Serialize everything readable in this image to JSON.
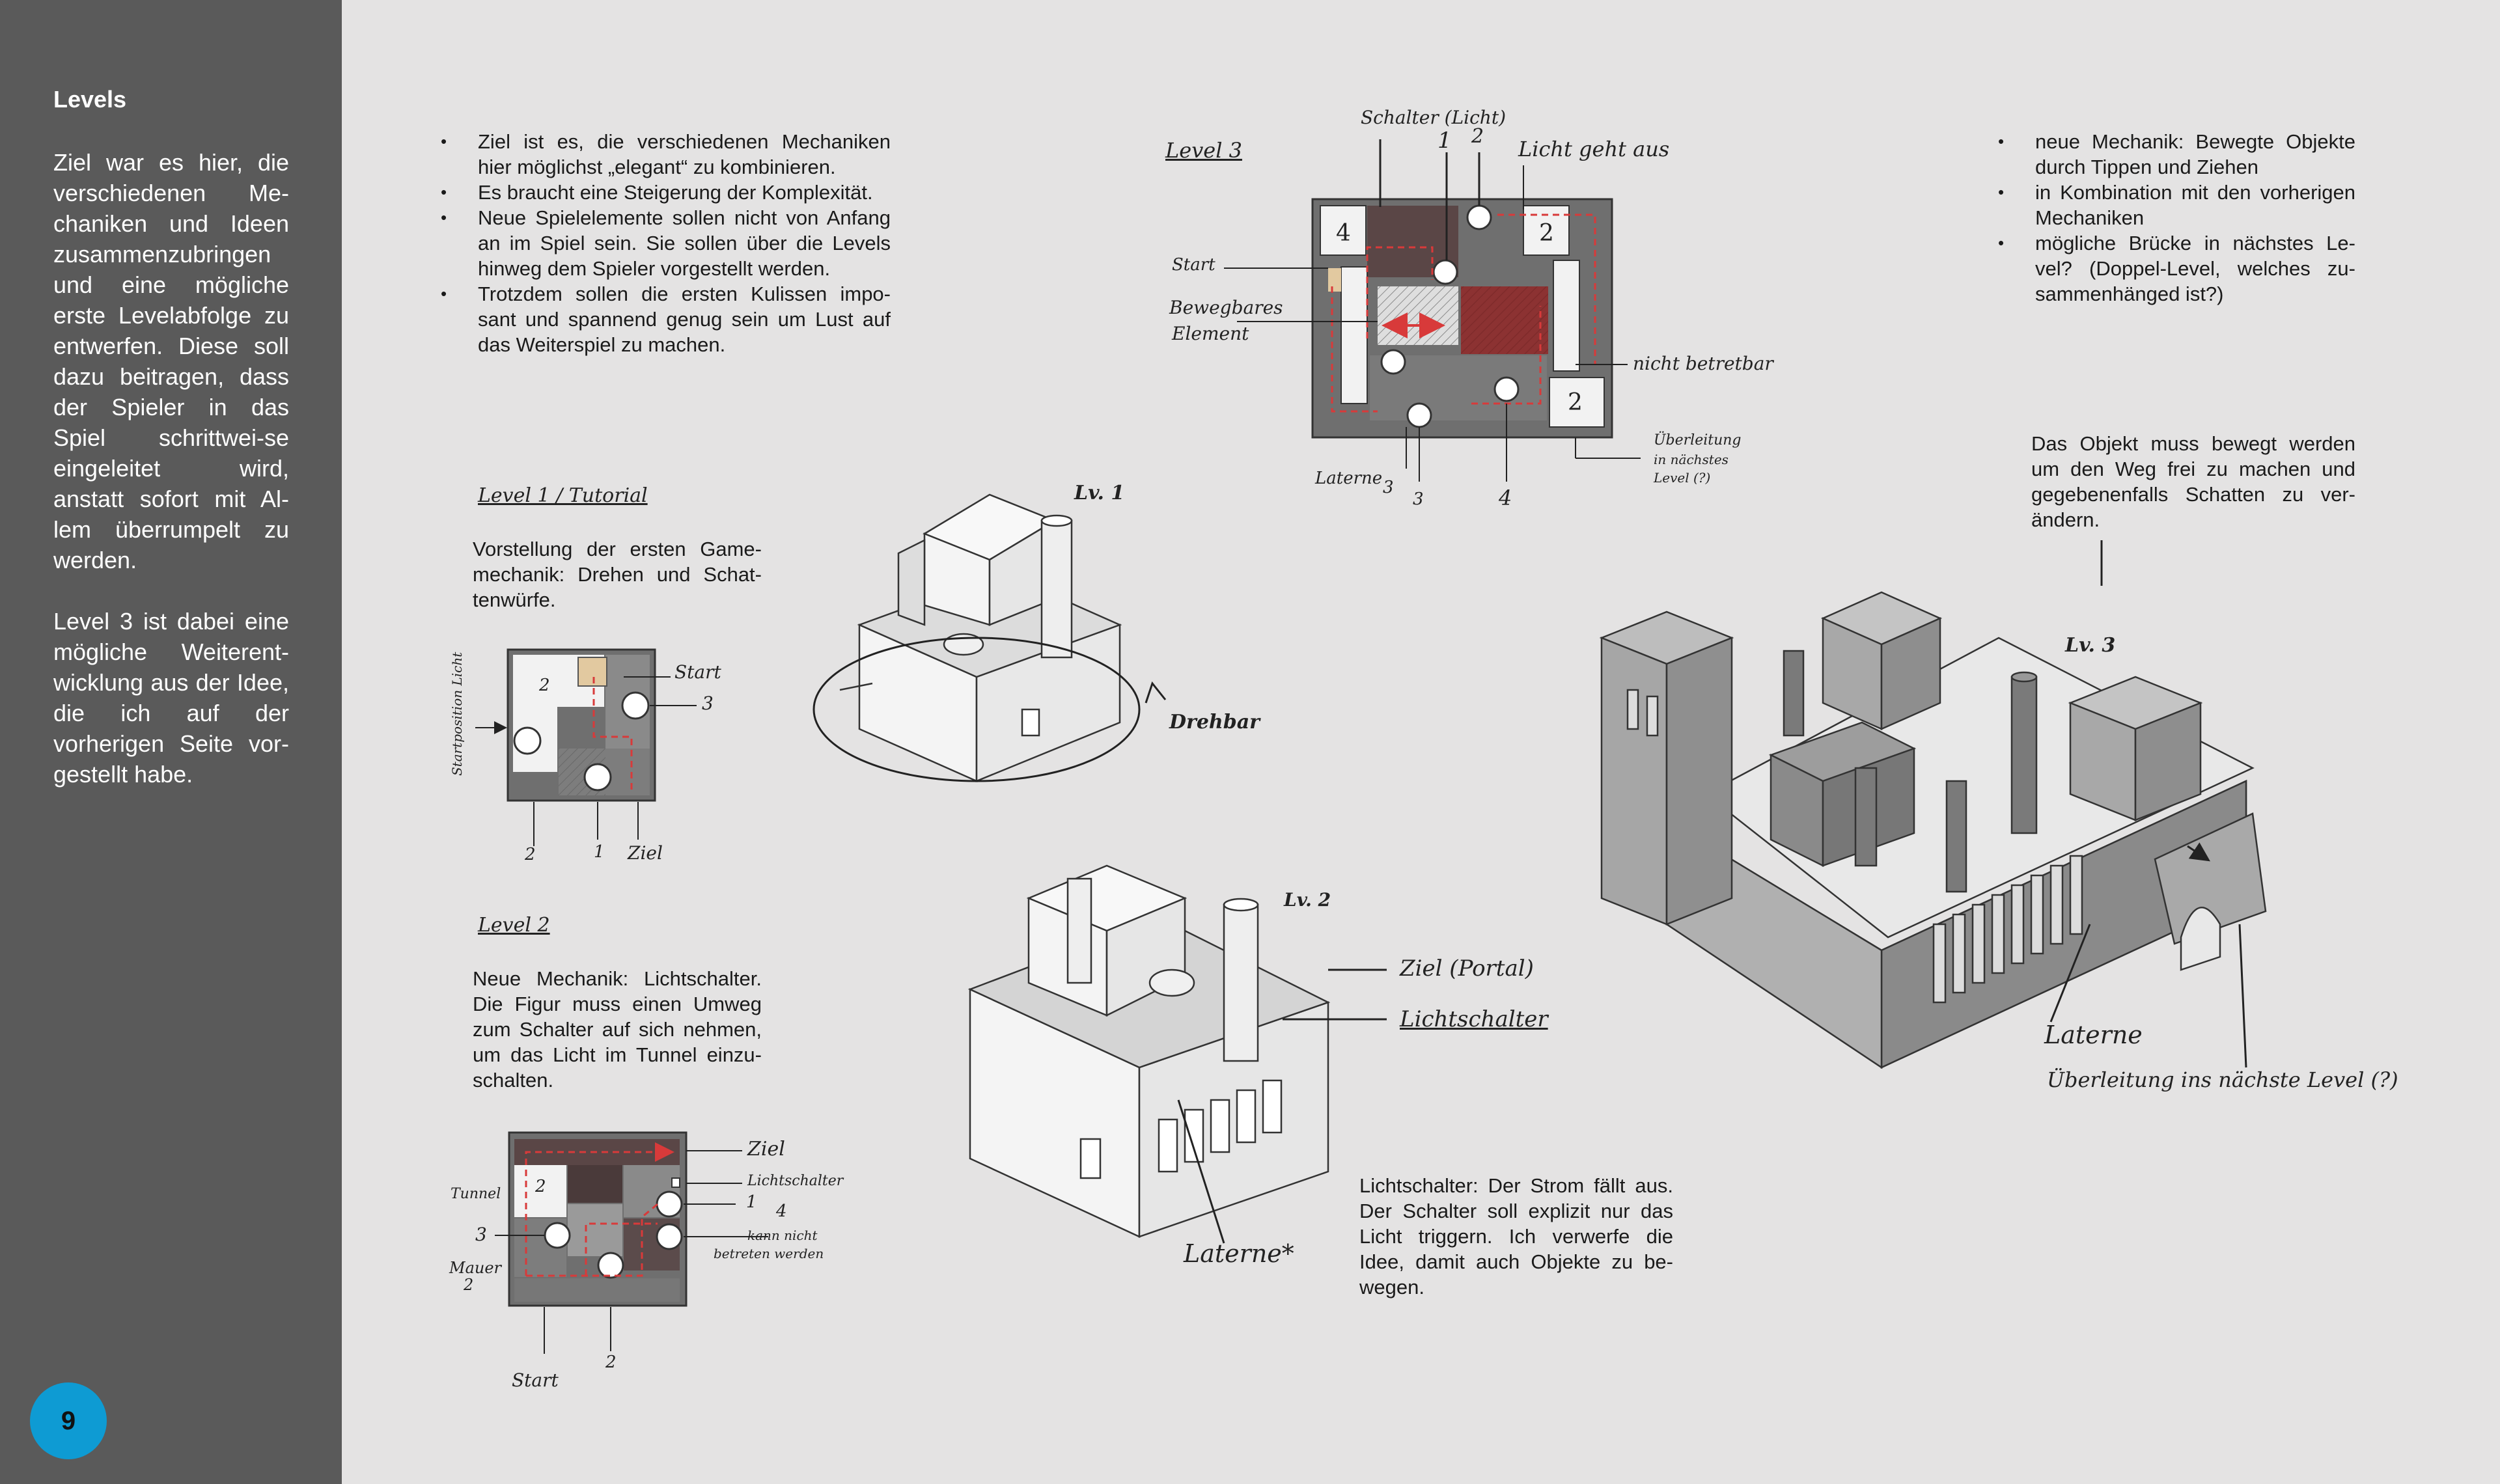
{
  "sidebar": {
    "title": "Levels",
    "text": "Ziel war es hier, die verschiedenen Me-chaniken und Ideen zusammenzubringen und eine mögliche erste Levelabfolge zu entwerfen. Diese soll dazu beitragen, dass der Spieler in das Spiel schrittwei-se eingeleitet wird, anstatt sofort mit Al-lem überrumpelt zu werden.\n\nLevel 3 ist dabei eine mögliche Weiterent-wicklung aus der Idee, die ich auf der vorherigen Seite vor-gestellt habe.",
    "page_number": "9"
  },
  "goals": [
    "Ziel ist es, die verschiedenen Mechaniken hier möglichst „elegant“ zu kombinieren.",
    "Es braucht eine Steigerung der Komplexität.",
    "Neue Spielelemente sollen nicht von Anfang an im Spiel sein. Sie sollen über die Levels hinweg dem Spieler vorgestellt werden.",
    "Trotzdem sollen die ersten Kulissen impo-sant und spannend genug sein um Lust auf das Weiterspiel zu  machen."
  ],
  "level3_notes": [
    "neue Mechanik: Bewegte Objekte durch Tippen und Ziehen",
    "in Kombination mit den vorherigen Mechaniken",
    "mögliche Brücke in nächstes Le-vel? (Doppel-Level, welches zu-sammenhänged ist?)"
  ],
  "move_note": "Das Objekt muss bewegt werden um den Weg frei zu machen und gegebenenfalls Schatten zu ver-ändern.",
  "level1": {
    "heading": "Level 1 / Tutorial",
    "desc": "Vorstellung der ersten Game-mechanik: Drehen und Schat-tenwürfe.",
    "iso_label": "Lv. 1",
    "rotate_label": "Drehbar",
    "map_labels": {
      "start": "Start",
      "n3": "3",
      "n2": "2",
      "n1": "1",
      "goal": "Ziel",
      "tile2": "2",
      "light": "Startposition Licht"
    }
  },
  "level2": {
    "heading": "Level 2",
    "desc": "Neue Mechanik: Lichtschalter. Die Figur muss einen Umweg zum Schalter auf sich nehmen, um das Licht im Tunnel einzu-schalten.",
    "iso_label": "Lv. 2",
    "callout_goal": "Ziel (Portal)",
    "callout_switch": "Lichtschalter",
    "callout_lantern": "Laterne*",
    "map_labels": {
      "goal": "Ziel",
      "switch": "Lichtschalter",
      "n1": "1",
      "n4": "4",
      "n3": "3",
      "tunnel": "Tunnel",
      "wall": "Mauer",
      "wall_n": "2",
      "blocked": "kann nicht",
      "blocked2": "betreten werden",
      "start": "Start",
      "n2": "2",
      "tile2": "2"
    }
  },
  "lantern_note": "Lichtschalter: Der Strom fällt aus. Der Schalter soll explizit nur das Licht triggern. Ich verwerfe die Idee, damit auch Objekte zu be-wegen.",
  "level3": {
    "heading": "Level 3",
    "iso_label": "Lv. 3",
    "callout_lantern": "Laterne",
    "callout_transition": "Überleitung ins nächste Level (?)",
    "map_labels": {
      "switch": "Schalter (Licht)",
      "n1": "1",
      "n2": "2",
      "light_off": "Licht geht aus",
      "start": "Start",
      "movable": "Bewegbares",
      "movable2": "Element",
      "no_walk": "nicht betretbar",
      "transition": "Überleitung",
      "transition2": "in nächstes",
      "transition3": "Level (?)",
      "lantern": "Laterne",
      "n3a": "3",
      "n3b": "3",
      "n4": "4",
      "tile4": "4",
      "tile2a": "2",
      "tile2b": "2"
    }
  },
  "colors": {
    "sidebar": "#5a5a5a",
    "page": "#e4e3e3",
    "badge": "#0e9bd3",
    "path": "#d83a3a"
  }
}
